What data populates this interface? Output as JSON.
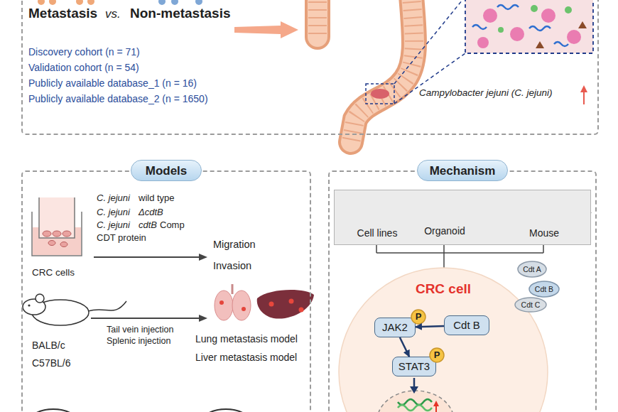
{
  "diagram": {
    "nodes": [
      {
        "text": [
          "Metastasis",
          "vs.",
          "Non-metastasis",
          "Discovery cohort (n = 71)",
          "Validation cohort (n = 54)",
          "Publicly available database_1 (n = 16)",
          "Publicly available database_2 (n = 1650)",
          "Campylobacter jejuni (C. jejuni)"
        ]
      },
      {
        "text": [
          "Models"
        ]
      },
      {
        "text": [
          "Mechanism"
        ]
      },
      {
        "text": [
          "Cell lines",
          "Organoid",
          "Mouse"
        ],
        "in": 2
      },
      {
        "text": [
          "CRC cell"
        ],
        "in": 2
      },
      {
        "text": [
          "Cdt A"
        ],
        "in": 2
      },
      {
        "text": [
          "Cdt B"
        ],
        "in": 2
      },
      {
        "text": [
          "Cdt C"
        ],
        "in": 2
      },
      {
        "text": [
          "Cdt B"
        ],
        "in": 4
      },
      {
        "text": [
          "JAK2"
        ],
        "in": 4
      },
      {
        "text": [
          "P"
        ],
        "in": 4
      },
      {
        "text": [
          "STAT3"
        ],
        "in": 4
      },
      {
        "text": [
          "P"
        ],
        "in": 4
      }
    ],
    "edges": [
      {
        "from": 8,
        "to": 9,
        "arrow": "to"
      },
      {
        "from": 9,
        "to": 11,
        "arrow": "to"
      }
    ],
    "labels": [
      "C. jejuni",
      "wild type",
      "C. jejuni",
      "ΔcdtB",
      "C. jejuni",
      "cdtB",
      "Comp",
      "CDT protein",
      "CRC cells",
      "Migration",
      "Invasion",
      "BALB/c",
      "C57BL/6",
      "Tail vein injection",
      "Splenic injection",
      "Lung metastasis model",
      "Liver metastasis model"
    ]
  }
}
